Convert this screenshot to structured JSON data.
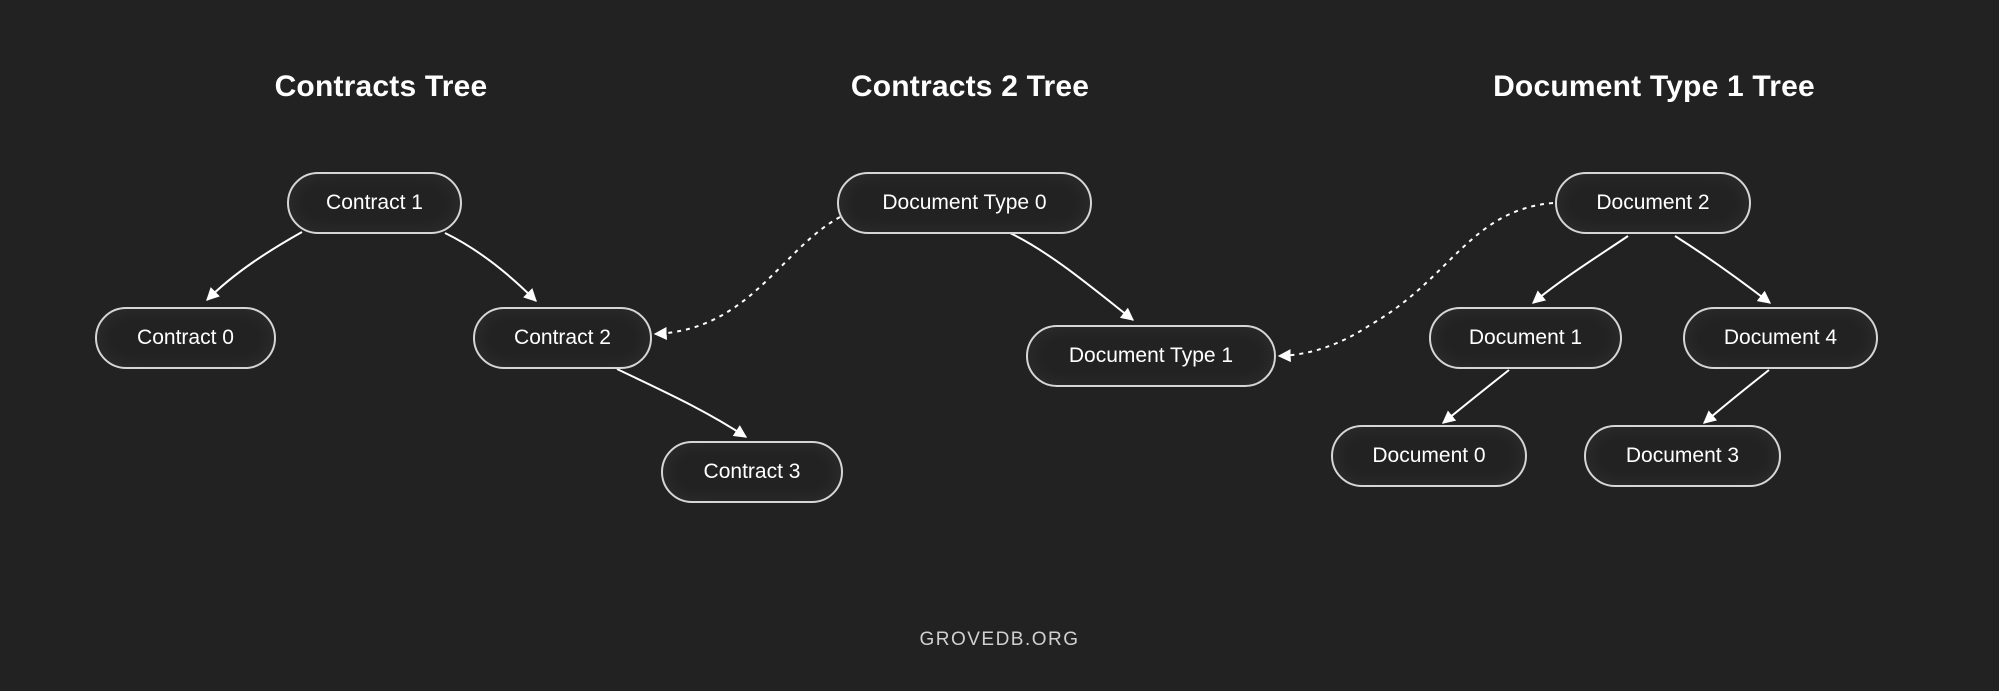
{
  "titles": {
    "contracts_tree": "Contracts Tree",
    "contracts2_tree": "Contracts 2 Tree",
    "document_type1_tree": "Document Type 1 Tree"
  },
  "nodes": {
    "contract_1": "Contract 1",
    "contract_0": "Contract 0",
    "contract_2": "Contract 2",
    "contract_3": "Contract 3",
    "document_type_0": "Document Type 0",
    "document_type_1": "Document Type 1",
    "document_2": "Document 2",
    "document_1": "Document 1",
    "document_4": "Document 4",
    "document_0": "Document 0",
    "document_3": "Document 3"
  },
  "edges": [
    {
      "from": "contract_1",
      "to": "contract_0",
      "style": "solid"
    },
    {
      "from": "contract_1",
      "to": "contract_2",
      "style": "solid"
    },
    {
      "from": "contract_2",
      "to": "contract_3",
      "style": "solid"
    },
    {
      "from": "document_type_0",
      "to": "document_type_1",
      "style": "solid"
    },
    {
      "from": "document_type_0",
      "to": "contract_2",
      "style": "dashed"
    },
    {
      "from": "document_2",
      "to": "document_1",
      "style": "solid"
    },
    {
      "from": "document_2",
      "to": "document_4",
      "style": "solid"
    },
    {
      "from": "document_1",
      "to": "document_0",
      "style": "solid"
    },
    {
      "from": "document_4",
      "to": "document_3",
      "style": "solid"
    },
    {
      "from": "document_2",
      "to": "document_type_1",
      "style": "dashed"
    }
  ],
  "footer": "GROVEDB.ORG",
  "colors": {
    "background": "#222222",
    "node_border": "#d6d6d6",
    "text": "#ffffff",
    "edge": "#ffffff"
  }
}
